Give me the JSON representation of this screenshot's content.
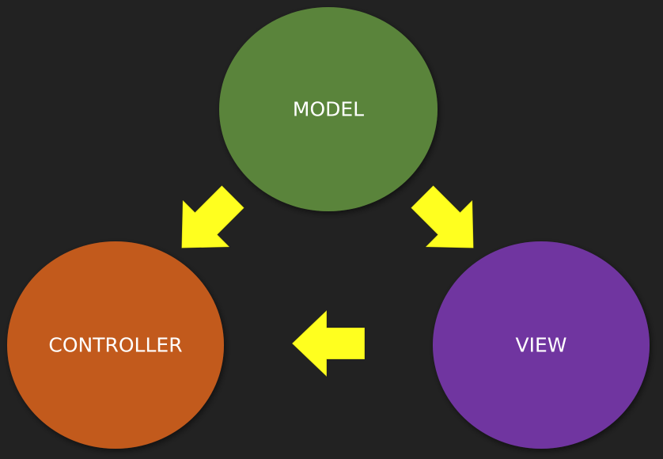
{
  "nodes": {
    "model": {
      "label": "MODEL",
      "color": "#5a843a"
    },
    "controller": {
      "label": "CONTROLLER",
      "color": "#c25a1f"
    },
    "view": {
      "label": "VIEW",
      "color": "#7036a0"
    }
  },
  "arrow_color": "#ffff1f",
  "background_color": "#222222"
}
